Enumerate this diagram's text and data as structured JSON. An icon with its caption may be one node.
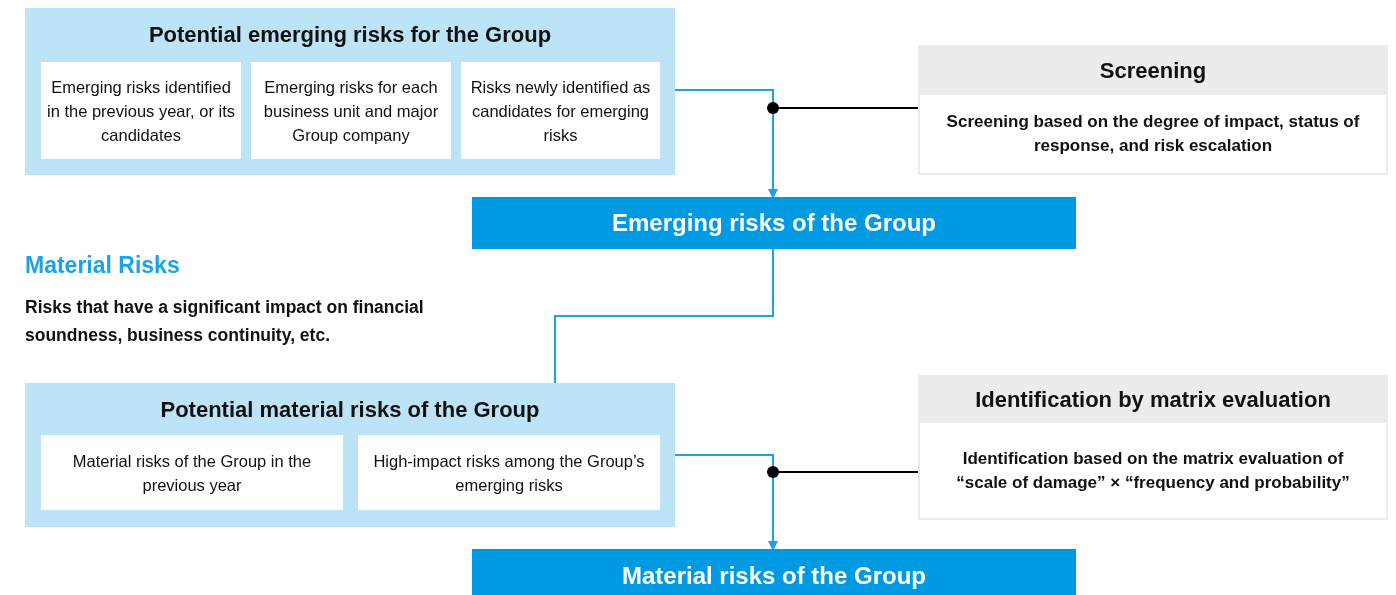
{
  "diagram": {
    "nodes": [
      {
        "text": [
          "Potential emerging risks for the Group"
        ]
      },
      {
        "text": [
          "Emerging risks identified in the previous year, or its candidates"
        ],
        "in": 0
      },
      {
        "text": [
          "Emerging risks for each business unit and major Group company"
        ],
        "in": 0
      },
      {
        "text": [
          "Risks newly identified as candidates for emerging risks"
        ],
        "in": 0
      },
      {
        "text": [
          "Screening",
          "Screening based on the degree of impact, status of response, and risk escalation"
        ]
      },
      {
        "text": [
          "Emerging risks of the Group"
        ]
      },
      {
        "text": [
          "Potential material risks of the Group"
        ]
      },
      {
        "text": [
          "Material risks of the Group in the previous year"
        ],
        "in": 6
      },
      {
        "text": [
          "High-impact risks among the Group’s emerging risks"
        ],
        "in": 6
      },
      {
        "text": [
          "Identification by matrix evaluation",
          "Identification based on the matrix evaluation of “scale of damage” × “frequency and probability”"
        ]
      },
      {
        "text": [
          "Material risks of the Group"
        ]
      }
    ],
    "edges": [
      {
        "from": 0,
        "to": 5,
        "arrow": "to"
      },
      {
        "from": 4,
        "to": null,
        "arrow": "other",
        "color": "#000000"
      },
      {
        "from": 5,
        "to": 6,
        "arrow": "none"
      },
      {
        "from": 6,
        "to": 10,
        "arrow": "to"
      },
      {
        "from": 9,
        "to": null,
        "arrow": "other",
        "color": "#000000"
      }
    ],
    "labels": [
      "Material Risks",
      "Risks that have a significant impact on financial soundness, business continuity, etc."
    ]
  }
}
